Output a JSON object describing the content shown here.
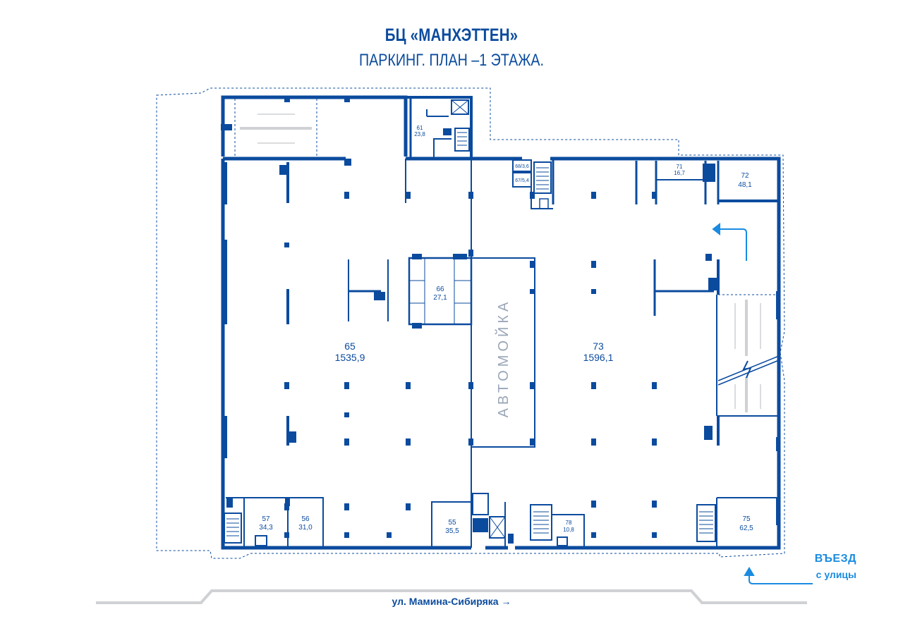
{
  "header": {
    "title": "БЦ «МАНХЭТТЕН»",
    "subtitle": "ПАРКИНГ. ПЛАН –1 ЭТАЖА."
  },
  "entry": {
    "line1": "ВЪЕЗД",
    "line2": "с улицы"
  },
  "street": {
    "label": "ул. Мамина-Сибиряка →"
  },
  "carwash": {
    "label": "АВТОМОЙКА"
  },
  "rooms": {
    "r61": {
      "number": "61",
      "area": "23,8"
    },
    "r65": {
      "number": "65",
      "area": "1535,9"
    },
    "r66": {
      "number": "66",
      "area": "27,1"
    },
    "r73": {
      "number": "73",
      "area": "1596,1"
    },
    "r68": {
      "label": "68/3,6"
    },
    "r67": {
      "label": "67/5,4"
    },
    "r71": {
      "number": "71",
      "area": "16,7"
    },
    "r72": {
      "number": "72",
      "area": "48,1"
    },
    "r57": {
      "number": "57",
      "area": "34,3"
    },
    "r56": {
      "number": "56",
      "area": "31,0"
    },
    "r55": {
      "number": "55",
      "area": "35,5"
    },
    "r78": {
      "number": "78",
      "area": "10,8"
    },
    "r75": {
      "number": "75",
      "area": "62,5"
    }
  },
  "colors": {
    "wall": "#0b4b9e",
    "accent": "#1a8be0",
    "street_line": "#cfd1d4",
    "label_grey": "#9aa6b8"
  }
}
